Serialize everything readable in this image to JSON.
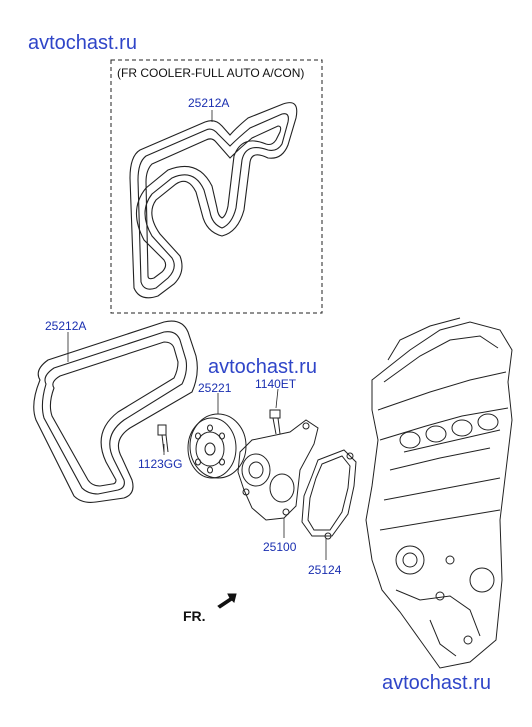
{
  "watermarks": [
    "avtochast.ru",
    "avtochast.ru",
    "avtochast.ru"
  ],
  "box_note": "(FR COOLER-FULL AUTO A/CON)",
  "parts": {
    "belt_ac": "25212A",
    "belt": "25212A",
    "pulley": "25221",
    "bolt_pump": "1140ET",
    "bolt_pulley": "1123GG",
    "water_pump": "25100",
    "gasket": "25124"
  },
  "direction_label": "FR."
}
